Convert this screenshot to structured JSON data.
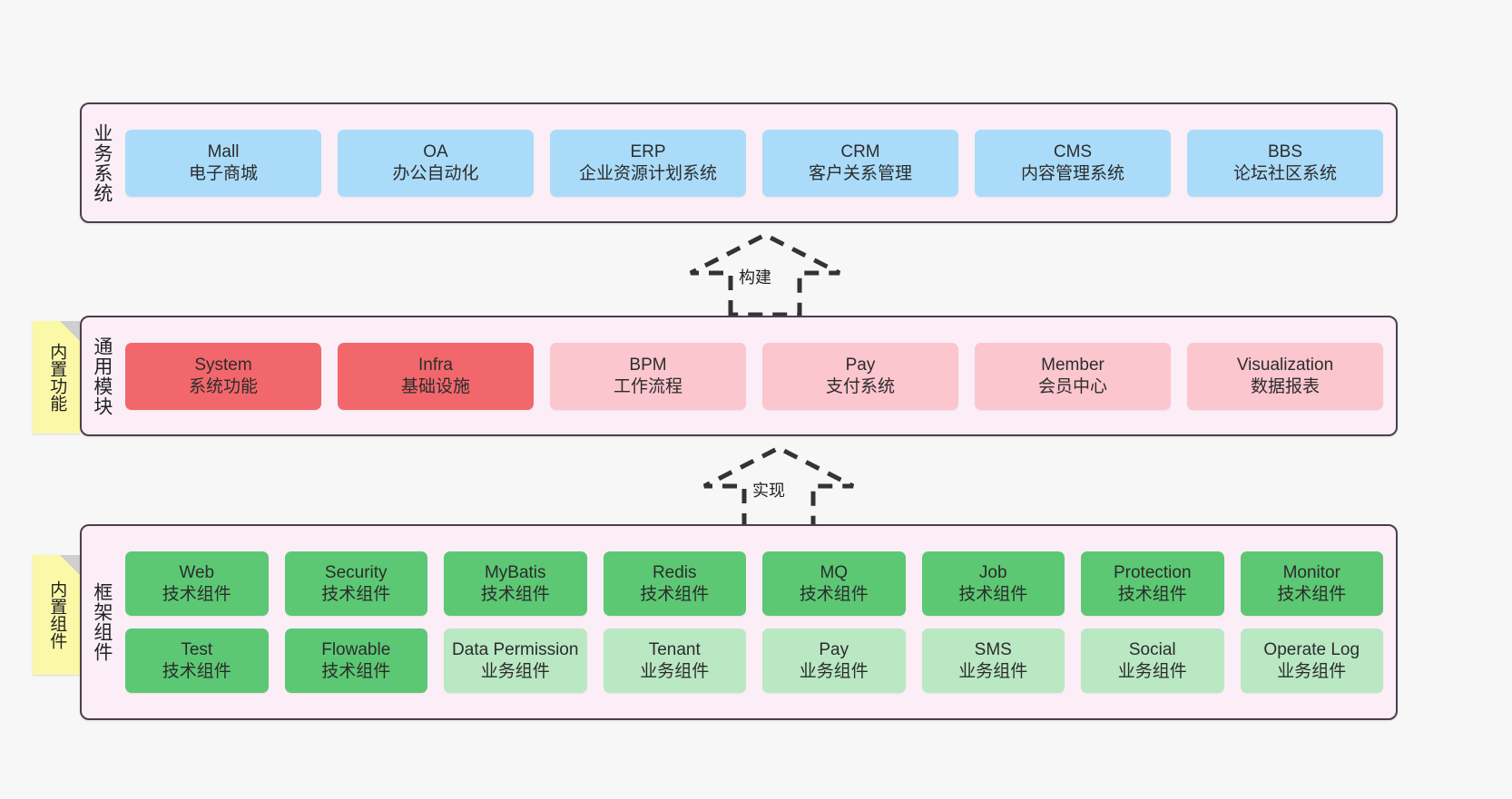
{
  "colors": {
    "panel_bg": "#fbeef6",
    "panel_border": "#4a3f4a",
    "business": "#aadcfa",
    "module_core": "#f2676b",
    "module_normal": "#fbc6ce",
    "tech_component": "#5cc874",
    "biz_component": "#b9e8c3",
    "sticky": "#fbf8a8",
    "canvas": "#f7f7f7"
  },
  "layers": {
    "business": {
      "title": "业务系统",
      "cards": [
        {
          "en": "Mall",
          "cn": "电子商城"
        },
        {
          "en": "OA",
          "cn": "办公自动化"
        },
        {
          "en": "ERP",
          "cn": "企业资源计划系统"
        },
        {
          "en": "CRM",
          "cn": "客户关系管理"
        },
        {
          "en": "CMS",
          "cn": "内容管理系统"
        },
        {
          "en": "BBS",
          "cn": "论坛社区系统"
        }
      ]
    },
    "modules": {
      "title": "通用模块",
      "sticky": "内置功能",
      "cards": [
        {
          "en": "System",
          "cn": "系统功能"
        },
        {
          "en": "Infra",
          "cn": "基础设施"
        },
        {
          "en": "BPM",
          "cn": "工作流程"
        },
        {
          "en": "Pay",
          "cn": "支付系统"
        },
        {
          "en": "Member",
          "cn": "会员中心"
        },
        {
          "en": "Visualization",
          "cn": "数据报表"
        }
      ]
    },
    "framework": {
      "title": "框架组件",
      "sticky": "内置组件",
      "row1": [
        {
          "en": "Web",
          "cn": "技术组件"
        },
        {
          "en": "Security",
          "cn": "技术组件"
        },
        {
          "en": "MyBatis",
          "cn": "技术组件"
        },
        {
          "en": "Redis",
          "cn": "技术组件"
        },
        {
          "en": "MQ",
          "cn": "技术组件"
        },
        {
          "en": "Job",
          "cn": "技术组件"
        },
        {
          "en": "Protection",
          "cn": "技术组件"
        },
        {
          "en": "Monitor",
          "cn": "技术组件"
        }
      ],
      "row2": [
        {
          "en": "Test",
          "cn": "技术组件"
        },
        {
          "en": "Flowable",
          "cn": "技术组件"
        },
        {
          "en": "Data Permission",
          "cn": "业务组件"
        },
        {
          "en": "Tenant",
          "cn": "业务组件"
        },
        {
          "en": "Pay",
          "cn": "业务组件"
        },
        {
          "en": "SMS",
          "cn": "业务组件"
        },
        {
          "en": "Social",
          "cn": "业务组件"
        },
        {
          "en": "Operate Log",
          "cn": "业务组件"
        }
      ]
    }
  },
  "arrows": {
    "build": "构建",
    "implement": "实现"
  }
}
